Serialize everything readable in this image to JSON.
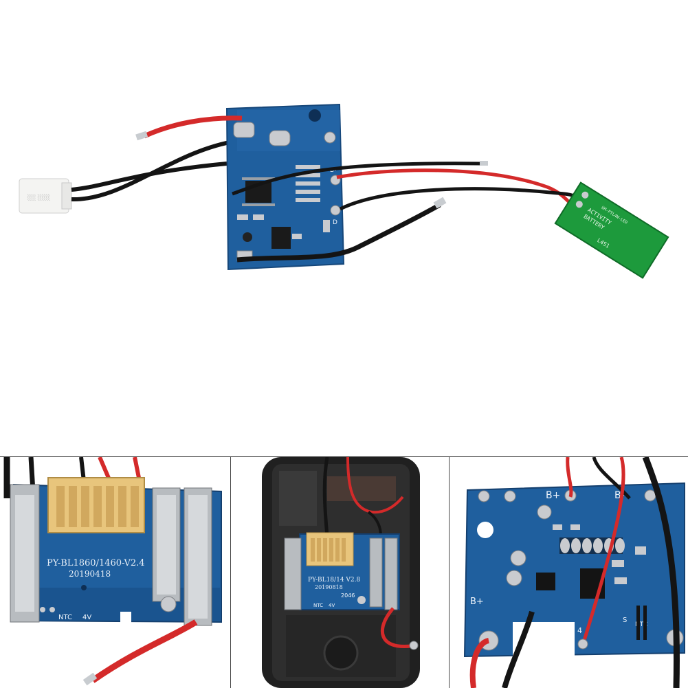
{
  "top_photo": {
    "pcb_labels": {
      "pad_b_minus": "B-",
      "pad_d": "D"
    },
    "led_board": {
      "line1": "UH-PTL4W-LED",
      "line2": "ACTIVITY",
      "line3": "BATTERY",
      "line4": "L4S1"
    }
  },
  "bottom_left": {
    "board_model": "PY-BL1860/1460-V2.4",
    "board_date": "20190418",
    "ntc_label": "NTC",
    "voltage_label": "4V"
  },
  "bottom_middle": {
    "board_model": "PY-BL18/14 V2.8",
    "board_date": "20190818",
    "code": "2046",
    "ntc_label": "NTC",
    "voltage_label": "4V"
  },
  "bottom_right": {
    "pad_b_plus_top": "B+",
    "pad_b_minus_top": "B-",
    "pad_b_plus_left": "B+",
    "ntc_label": "NTC",
    "pad_four": "4",
    "pad_s": "S"
  },
  "colors": {
    "pcb_blue": "#1f5f9e",
    "led_green": "#1d9a3c",
    "wire_red": "#d42a2a",
    "wire_black": "#141414",
    "connector_yellow": "#e8c57c"
  }
}
